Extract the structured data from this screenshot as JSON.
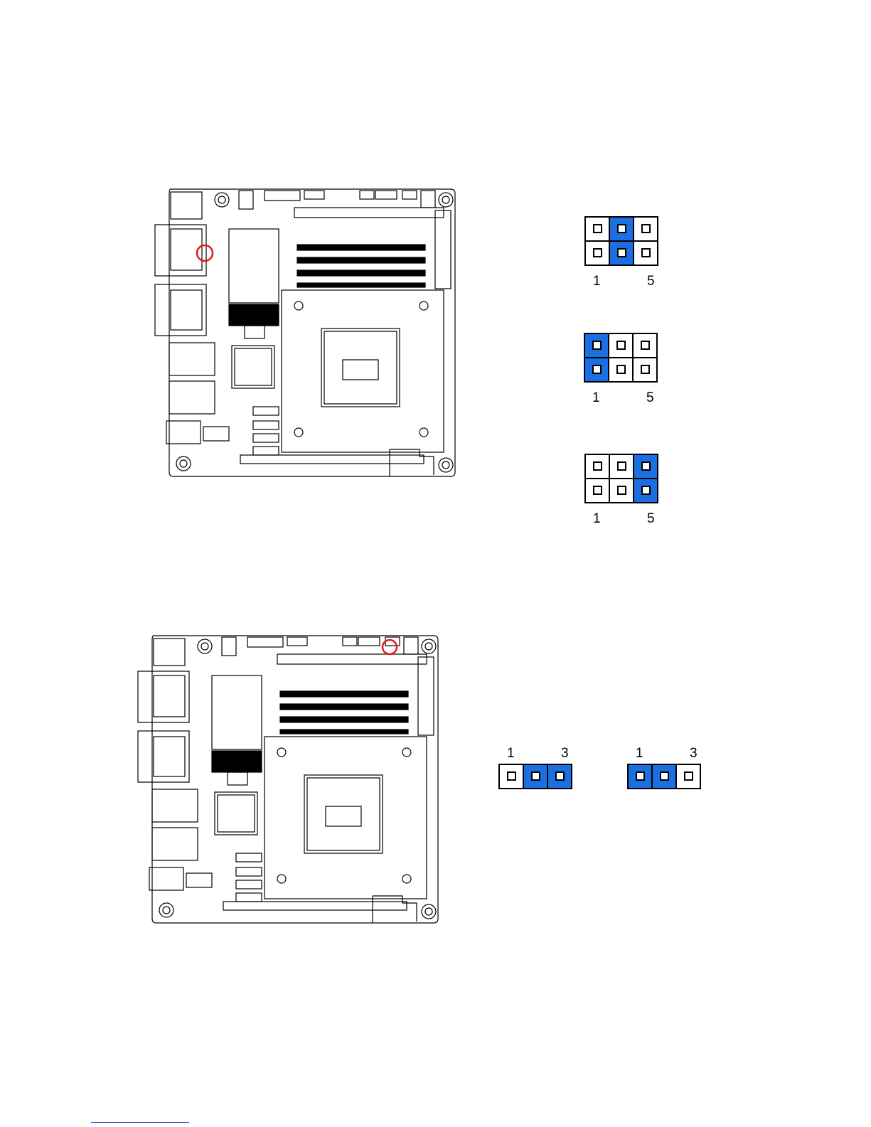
{
  "boards": [
    {
      "highlight": "jumper-near-rear-io"
    },
    {
      "highlight": "jumper-near-atx12v"
    }
  ],
  "jumpers_2x3": [
    {
      "label_left": "1",
      "label_right": "5",
      "active_column": 2
    },
    {
      "label_left": "1",
      "label_right": "5",
      "active_column": 1
    },
    {
      "label_left": "1",
      "label_right": "5",
      "active_column": 3
    }
  ],
  "jumpers_1x3": [
    {
      "label_left": "1",
      "label_right": "3",
      "active_pins": [
        2,
        3
      ]
    },
    {
      "label_left": "1",
      "label_right": "3",
      "active_pins": [
        1,
        2
      ]
    }
  ],
  "colors": {
    "active_pin": "#1c6fe0",
    "highlight_circle": "#e01b1b"
  }
}
